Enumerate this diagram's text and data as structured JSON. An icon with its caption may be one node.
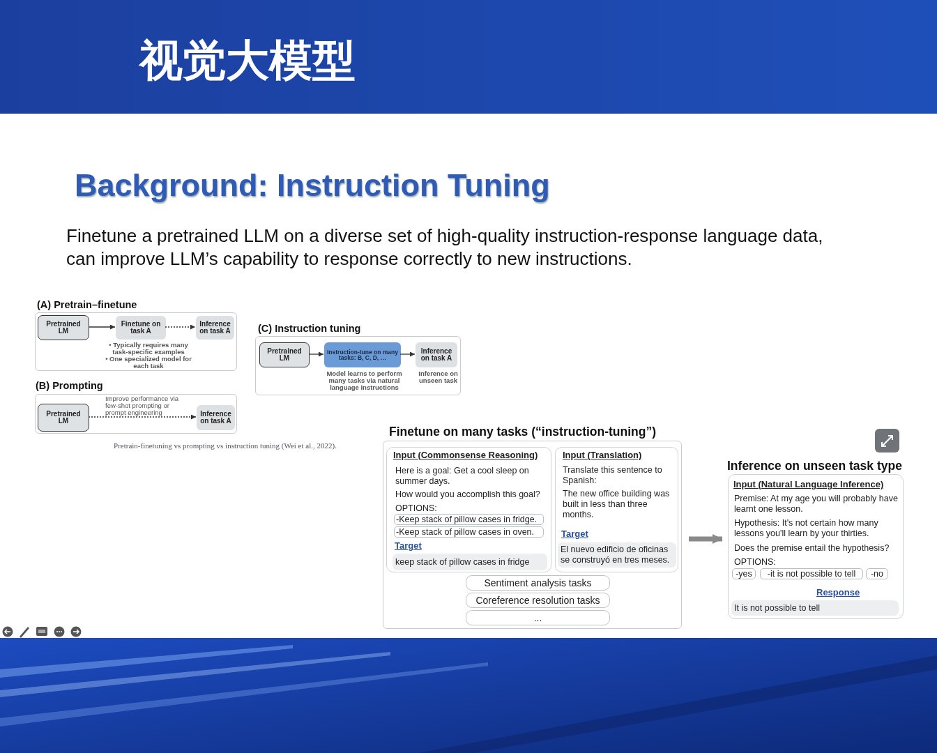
{
  "diagram": {
    "title": "视觉大模型",
    "nodes": [
      {
        "text": [
          "(A) Pretrain–finetune"
        ]
      },
      {
        "text": [
          "Pretrained LM"
        ],
        "in": 0
      },
      {
        "text": [
          "Finetune on task A"
        ],
        "in": 0,
        "beside": [
          "• Typically requires many task-specific examples",
          "• One specialized model for each task"
        ]
      },
      {
        "text": [
          "Inference on task A"
        ],
        "in": 0
      },
      {
        "text": [
          "(B) Prompting"
        ]
      },
      {
        "text": [
          "Pretrained LM"
        ],
        "in": 4
      },
      {
        "text": [
          "Inference on task A"
        ],
        "in": 4
      },
      {
        "text": [
          "(C) Instruction tuning"
        ]
      },
      {
        "text": [
          "Pretrained LM"
        ],
        "in": 7
      },
      {
        "text": [
          "Instruction-tune on many tasks: B, C, D, …"
        ],
        "in": 7,
        "beside": [
          "Model learns to perform many tasks via natural language instructions"
        ]
      },
      {
        "text": [
          "Inference on task A"
        ],
        "in": 7,
        "beside": [
          "Inference on unseen task"
        ]
      },
      {
        "text": [
          "Finetune on many tasks (“instruction-tuning”)"
        ]
      },
      {
        "text": [
          "Input (Commonsense Reasoning)",
          "Here is a goal: Get a cool sleep on summer days.",
          "How would you accomplish this goal?",
          "OPTIONS:",
          "Target"
        ],
        "in": 11
      },
      {
        "text": [
          "-Keep stack of pillow cases in fridge."
        ],
        "in": 12
      },
      {
        "text": [
          "-Keep stack of pillow cases in oven."
        ],
        "in": 12
      },
      {
        "text": [
          "keep stack of pillow cases in fridge"
        ],
        "in": 12
      },
      {
        "text": [
          "Input (Translation)",
          "Translate this sentence to Spanish:",
          "The new office building was built in less than three months.",
          "Target"
        ],
        "in": 11
      },
      {
        "text": [
          "El nuevo edificio de oficinas se construyó en tres meses."
        ],
        "in": 16
      },
      {
        "text": [
          "Sentiment analysis tasks"
        ],
        "in": 11
      },
      {
        "text": [
          "Coreference resolution tasks"
        ],
        "in": 11
      },
      {
        "text": [
          "..."
        ],
        "in": 11
      },
      {
        "text": [
          "Inference on unseen task type",
          "Input (Natural Language Inference)",
          "Premise: At my age you will probably have learnt one lesson.",
          "Hypothesis: It's not certain how many lessons you'll learn by your thirties.",
          "Does the premise entail the hypothesis?",
          "OPTIONS:",
          "Response"
        ]
      },
      {
        "text": [
          "-yes"
        ],
        "in": 21
      },
      {
        "text": [
          "-it is not possible to tell"
        ],
        "in": 21
      },
      {
        "text": [
          "-no"
        ],
        "in": 21
      },
      {
        "text": [
          "It is not possible to tell"
        ],
        "in": 21
      }
    ],
    "edges": [
      {
        "from": 1,
        "to": 2,
        "arrow": "to"
      },
      {
        "from": 2,
        "to": 3,
        "arrow": "to",
        "style": "dashed"
      },
      {
        "from": 5,
        "to": 6,
        "arrow": "to",
        "style": "dashed",
        "label": "Improve performance via few-shot prompting or prompt engineering"
      },
      {
        "from": 8,
        "to": 9,
        "arrow": "to"
      },
      {
        "from": 9,
        "to": 10,
        "arrow": "to"
      },
      {
        "from": 11,
        "to": 21,
        "arrow": "to",
        "style": "thick",
        "color": "#8a8a8a"
      }
    ],
    "labels": [
      "Background: Instruction Tuning",
      "Finetune a pretrained LLM on a diverse set of high-quality instruction-response language data, can improve LLM’s capability to response correctly to new instructions.",
      "Pretrain-finetuning vs prompting vs instruction tuning (Wei et al., 2022)."
    ]
  }
}
